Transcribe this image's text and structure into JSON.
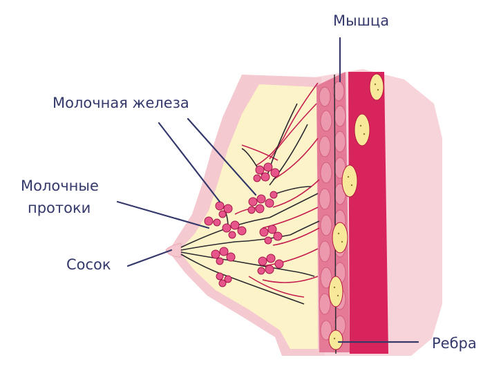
{
  "labels": {
    "muscle": "Мышца",
    "gland": "Молочная железа",
    "ducts_line1": "Молочные",
    "ducts_line2": "протоки",
    "nipple": "Сосок",
    "ribs": "Ребра"
  },
  "colors": {
    "skin_outer": "#f4c9cf",
    "skin_back": "#f7d4d9",
    "fat": "#fdf3c9",
    "muscle_fill": "#e47a95",
    "muscle_cell": "#ec98ad",
    "rib_band": "#d8245c",
    "rib_fill": "#f8e89a",
    "lobule": "#d8246a",
    "duct": "#2a2a30",
    "vessel": "#c51f50",
    "leader": "#34386b",
    "text": "#34386b"
  },
  "icons": {
    "body": "breast-cross-section"
  }
}
